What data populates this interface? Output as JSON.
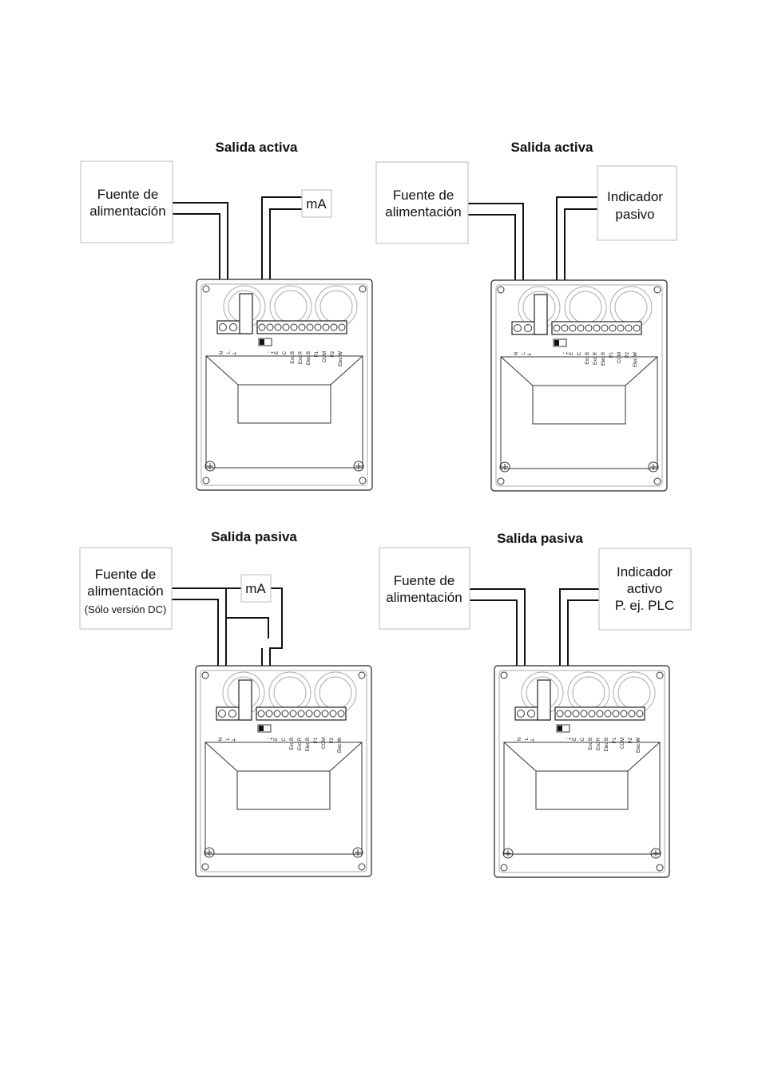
{
  "panels": [
    {
      "title": "Salida activa",
      "source": {
        "lines": [
          "Fuente de",
          "alimentación"
        ],
        "note": ""
      },
      "load": {
        "lines": [
          "mA"
        ]
      },
      "terminals": [
        "N",
        "L",
        "⏚",
        "-",
        "+",
        "E",
        "C",
        "Exc B",
        "Exc R",
        "Elec B",
        "P1",
        "COM",
        "P2",
        "Elec W"
      ]
    },
    {
      "title": "Salida activa",
      "source": {
        "lines": [
          "Fuente de",
          "alimentación"
        ],
        "note": ""
      },
      "load": {
        "lines": [
          "Indicador",
          "pasivo"
        ]
      },
      "terminals": [
        "N",
        "L",
        "⏚",
        "-",
        "+",
        "E",
        "C",
        "Exc B",
        "Exc R",
        "Elec B",
        "P1",
        "COM",
        "P2",
        "Elec W"
      ]
    },
    {
      "title": "Salida pasiva",
      "source": {
        "lines": [
          "Fuente de",
          "alimentación"
        ],
        "note": "(Sólo versión DC)"
      },
      "load": {
        "lines": [
          "mA"
        ]
      },
      "terminals": [
        "N",
        "L",
        "⏚",
        "-",
        "+",
        "E",
        "C",
        "Exc B",
        "Exc R",
        "Elec B",
        "P1",
        "COM",
        "P2",
        "Elec W"
      ]
    },
    {
      "title": "Salida pasiva",
      "source": {
        "lines": [
          "Fuente de",
          "alimentación"
        ],
        "note": ""
      },
      "load": {
        "lines": [
          "Indicador",
          "activo",
          "P. ej. PLC"
        ]
      },
      "terminals": [
        "N",
        "L",
        "⏚",
        "-",
        "+",
        "E",
        "C",
        "Exc B",
        "Exc R",
        "Elec B",
        "P1",
        "COM",
        "P2",
        "Elec W"
      ]
    }
  ],
  "colors": {
    "line": "#111111",
    "box_border": "#bbbbbb",
    "background": "#ffffff"
  }
}
